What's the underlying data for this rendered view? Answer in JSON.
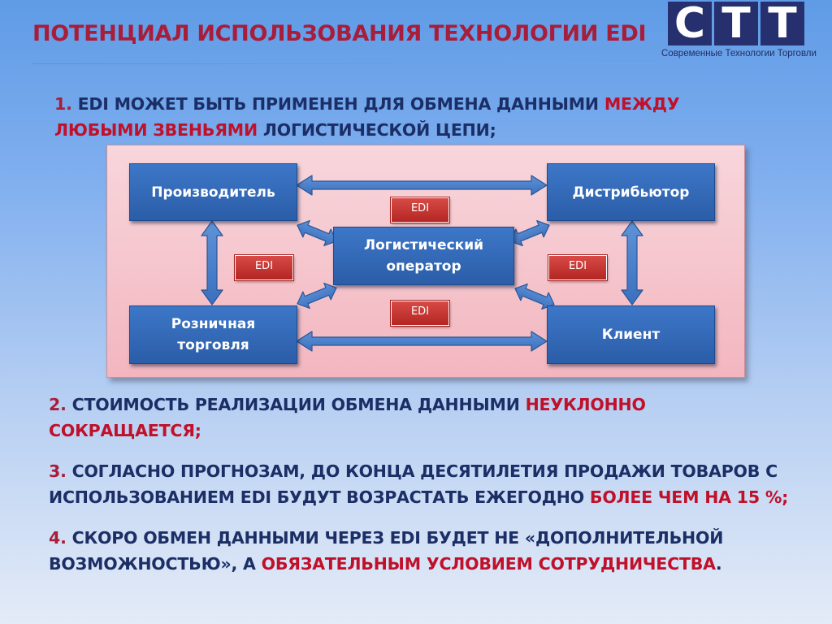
{
  "header": {
    "title": "ПОТЕНЦИАЛ ИСПОЛЬЗОВАНИЯ ТЕХНОЛОГИИ EDI"
  },
  "logo": {
    "letters": [
      "C",
      "T",
      "T"
    ],
    "tagline": "Современные Технологии Торговли"
  },
  "points": [
    {
      "number": "1.",
      "text_a": " EDI МОЖЕТ БЫТЬ ПРИМЕНЕН ДЛЯ ОБМЕНА ДАННЫМИ ",
      "highlight": "МЕЖДУ ЛЮБЫМИ ЗВЕНЬЯМИ",
      "text_b": " ЛОГИСТИЧЕСКОЙ ЦЕПИ;"
    },
    {
      "number": "2.",
      "text_a": " СТОИМОСТЬ РЕАЛИЗАЦИИ ОБМЕНА ДАННЫМИ ",
      "highlight": "НЕУКЛОННО СОКРАЩАЕТСЯ;",
      "text_b": ""
    },
    {
      "number": "3.",
      "text_a": " СОГЛАСНО ПРОГНОЗАМ, ДО КОНЦА ДЕСЯТИЛЕТИЯ ПРОДАЖИ ТОВАРОВ С ИСПОЛЬЗОВАНИЕМ EDI БУДУТ ВОЗРАСТАТЬ ЕЖЕГОДНО ",
      "highlight": "БОЛЕЕ ЧЕМ НА 15 %;",
      "text_b": ""
    },
    {
      "number": "4.",
      "text_a": " СКОРО ОБМЕН ДАННЫМИ ЧЕРЕЗ EDI БУДЕТ НЕ «ДОПОЛНИТЕЛЬНОЙ ВОЗМОЖНОСТЬЮ», А ",
      "highlight": "ОБЯЗАТЕЛЬНЫМ УСЛОВИЕМ СОТРУДНИЧЕСТВА",
      "text_b": "."
    }
  ],
  "diagram": {
    "nodes": {
      "manufacturer": "Производитель",
      "distributor": "Дистрибьютор",
      "logistics_line1": "Логистический",
      "logistics_line2": "оператор",
      "retail_line1": "Розничная",
      "retail_line2": "торговля",
      "client": "Клиент"
    },
    "edi_labels": {
      "top": "EDI",
      "left": "EDI",
      "right": "EDI",
      "bottom": "EDI"
    }
  },
  "colors": {
    "title": "#a81d3a",
    "text": "#1b2e66",
    "highlight": "#c0102a",
    "node": "#2f63b0",
    "edi_badge": "#c0302c",
    "logo": "#26306e"
  }
}
